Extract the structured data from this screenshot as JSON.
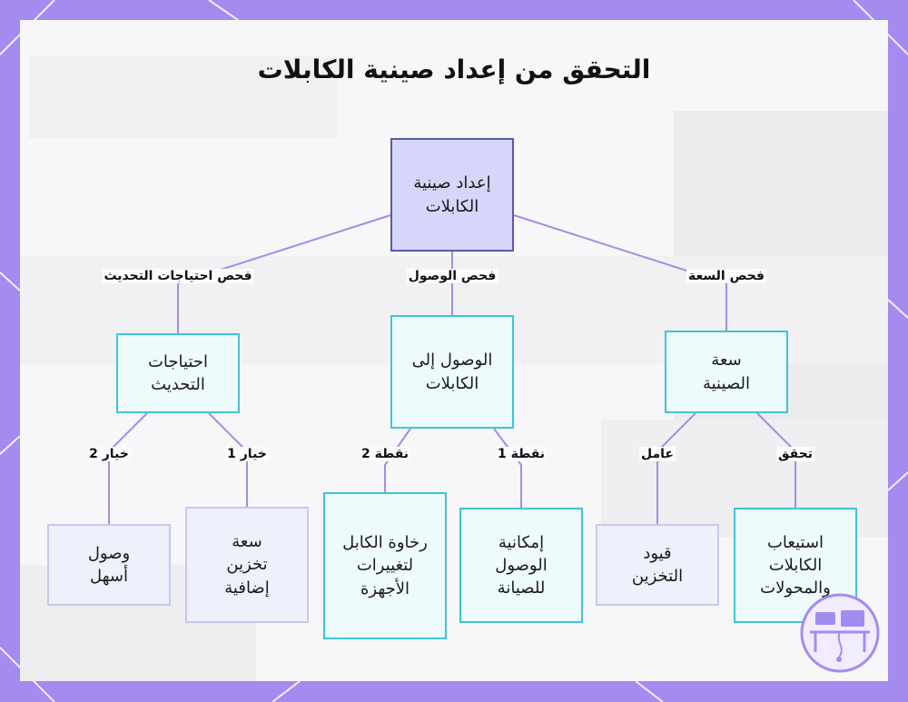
{
  "title": "التحقق من إعداد صينية الكابلات",
  "nodes": {
    "root": "إعداد صينية الكابلات",
    "upgrade": "احتياجات التحديث",
    "access": "الوصول إلى الكابلات",
    "capacity": "سعة الصينية",
    "easier_access": "وصول أسهل",
    "extra_storage": "سعة تخزين إضافية",
    "cable_slack": "رخاوة الكابل لتغييرات الأجهزة",
    "maintenance_access": "إمكانية الوصول للصيانة",
    "storage_limits": "قيود التخزين",
    "accommodate": "استيعاب الكابلات والمحولات"
  },
  "edges": {
    "upgrade_check": "فحص احتياجات التحديث",
    "access_check": "فحص الوصول",
    "capacity_check": "فحص السعة",
    "option2": "خيار 2",
    "option1": "خيار 1",
    "point2": "نقطة 2",
    "point1": "نقطة 1",
    "factor": "عامل",
    "verify": "تحقق"
  },
  "colors": {
    "frame": "#a48bef",
    "root_fill": "#d6d6fb",
    "root_border": "#5a5aa8",
    "node_border": "#3ec4d8",
    "edge": "#a58be6"
  }
}
